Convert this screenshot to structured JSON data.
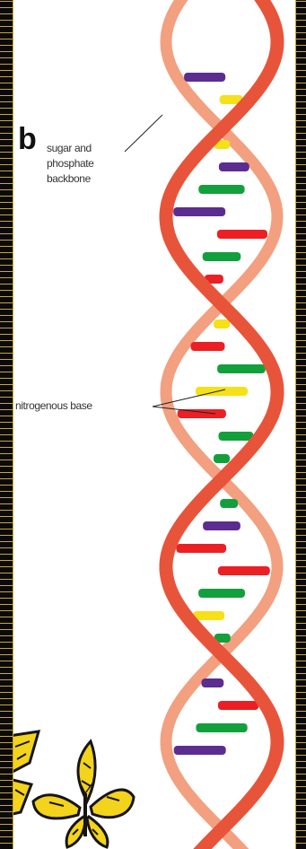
{
  "diagram": {
    "labels": {
      "backbone": "sugar and\nphosphate\nbackbone",
      "base": "nitrogenous base"
    },
    "edge_glyph": "b",
    "colors": {
      "frame": "#c9a53a",
      "strand_front": "#e8543a",
      "strand_back": "#f2a07f",
      "base_green": "#12a03c",
      "base_purple": "#5b2d90",
      "base_yellow": "#f6e017",
      "base_red": "#ec1f24",
      "butterfly_wing": "#f3d31b"
    },
    "base_pair_colors": [
      "purple",
      "yellow",
      "green",
      "yellow",
      "purple",
      "green",
      "purple",
      "red",
      "green",
      "red",
      "purple",
      "yellow",
      "red",
      "green",
      "yellow",
      "red",
      "green",
      "green",
      "purple",
      "green",
      "purple",
      "red",
      "red",
      "green",
      "yellow",
      "green",
      "purple",
      "purple",
      "red",
      "green",
      "purple"
    ]
  }
}
